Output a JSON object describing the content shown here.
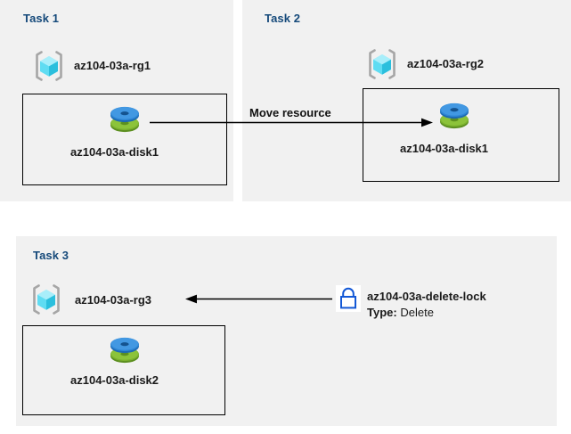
{
  "diagram": {
    "title": "Azure resource group tasks diagram",
    "colors": {
      "panel_bg": "#f1f1f1",
      "page_bg": "#ffffff",
      "heading": "#15497a",
      "box_border": "#000000",
      "disk_blue": "#3b8fd8",
      "disk_green": "#7cb22e",
      "lock_blue": "#1358d6",
      "cube_cyan": "#73e3f5",
      "bracket_gray": "#a6a6a6"
    }
  },
  "tasks": [
    {
      "id": "task1",
      "heading": "Task 1",
      "resource_group": {
        "icon": "resource-group-icon",
        "label": "az104-03a-rg1"
      },
      "resource": {
        "icon": "managed-disk-icon",
        "label": "az104-03a-disk1"
      }
    },
    {
      "id": "task2",
      "heading": "Task 2",
      "resource_group": {
        "icon": "resource-group-icon",
        "label": "az104-03a-rg2"
      },
      "resource": {
        "icon": "managed-disk-icon",
        "label": "az104-03a-disk1"
      }
    },
    {
      "id": "task3",
      "heading": "Task 3",
      "resource_group": {
        "icon": "resource-group-icon",
        "label": "az104-03a-rg3"
      },
      "resource": {
        "icon": "managed-disk-icon",
        "label": "az104-03a-disk2"
      },
      "lock": {
        "icon": "lock-icon",
        "label": "az104-03a-delete-lock",
        "type_key": "Type:",
        "type_value": "Delete"
      }
    }
  ],
  "connectors": [
    {
      "id": "move-resource",
      "label": "Move resource",
      "direction": "right"
    },
    {
      "id": "lock-applies-to-rg",
      "label": "",
      "direction": "left"
    }
  ]
}
